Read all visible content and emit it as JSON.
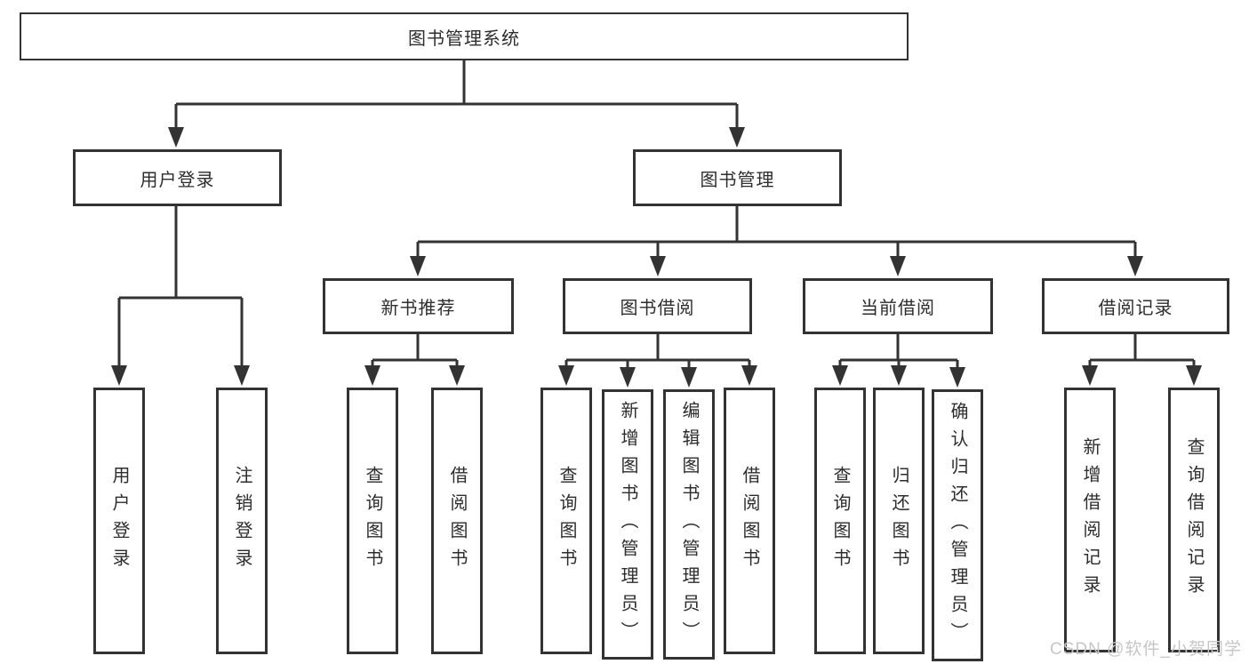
{
  "colors": {
    "line": "#333333",
    "box_border": "#333333",
    "text": "#2d2d2d",
    "background": "#ffffff",
    "watermark": "#c6c6c6"
  },
  "diagram": {
    "root": {
      "label": "图书管理系统"
    },
    "branches": [
      {
        "label": "用户登录",
        "children": [
          {
            "label": "用户登录"
          },
          {
            "label": "注销登录"
          }
        ]
      },
      {
        "label": "图书管理",
        "children": [
          {
            "label": "新书推荐",
            "children": [
              {
                "label": "查询图书"
              },
              {
                "label": "借阅图书"
              }
            ]
          },
          {
            "label": "图书借阅",
            "children": [
              {
                "label": "查询图书"
              },
              {
                "label": "新增图书（管理员）"
              },
              {
                "label": "编辑图书（管理员）"
              },
              {
                "label": "借阅图书"
              }
            ]
          },
          {
            "label": "当前借阅",
            "children": [
              {
                "label": "查询图书"
              },
              {
                "label": "归还图书"
              },
              {
                "label": "确认归还（管理员）"
              }
            ]
          },
          {
            "label": "借阅记录",
            "children": [
              {
                "label": "新增借阅记录"
              },
              {
                "label": "查询借阅记录"
              }
            ]
          }
        ]
      }
    ]
  },
  "watermark": {
    "text": "CSDN @软件_小贺同学"
  }
}
